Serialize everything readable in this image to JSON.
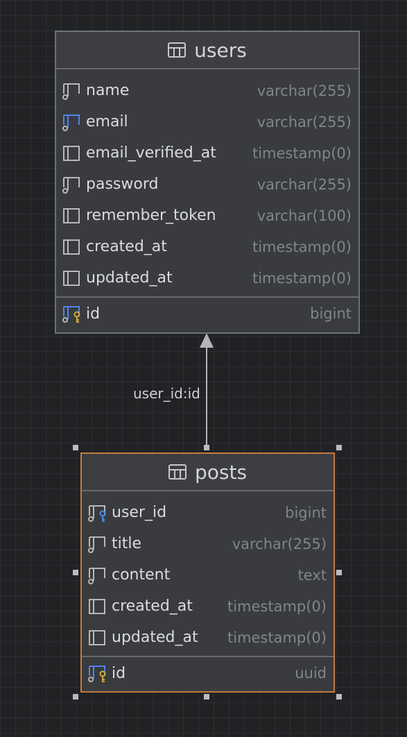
{
  "tables": [
    {
      "name": "users",
      "columns": [
        {
          "name": "name",
          "type": "varchar(255)",
          "icon": "not-null-column-icon"
        },
        {
          "name": "email",
          "type": "varchar(255)",
          "icon": "unique-column-icon"
        },
        {
          "name": "email_verified_at",
          "type": "timestamp(0)",
          "icon": "column-icon"
        },
        {
          "name": "password",
          "type": "varchar(255)",
          "icon": "not-null-column-icon"
        },
        {
          "name": "remember_token",
          "type": "varchar(100)",
          "icon": "column-icon"
        },
        {
          "name": "created_at",
          "type": "timestamp(0)",
          "icon": "column-icon"
        },
        {
          "name": "updated_at",
          "type": "timestamp(0)",
          "icon": "column-icon"
        }
      ],
      "primary_key": {
        "name": "id",
        "type": "bigint",
        "icon": "primary-key-icon"
      }
    },
    {
      "name": "posts",
      "columns": [
        {
          "name": "user_id",
          "type": "bigint",
          "icon": "foreign-key-icon"
        },
        {
          "name": "title",
          "type": "varchar(255)",
          "icon": "not-null-column-icon"
        },
        {
          "name": "content",
          "type": "text",
          "icon": "not-null-column-icon"
        },
        {
          "name": "created_at",
          "type": "timestamp(0)",
          "icon": "column-icon"
        },
        {
          "name": "updated_at",
          "type": "timestamp(0)",
          "icon": "column-icon"
        }
      ],
      "primary_key": {
        "name": "id",
        "type": "uuid",
        "icon": "primary-key-icon"
      }
    }
  ],
  "relation": {
    "label": "user_id:id",
    "from": "posts",
    "to": "users"
  },
  "colors": {
    "background": "#212224",
    "table_border": "#6e7176",
    "selected_border": "#c57a3e",
    "key_gold": "#d8a93a",
    "key_blue": "#4f86e8"
  }
}
